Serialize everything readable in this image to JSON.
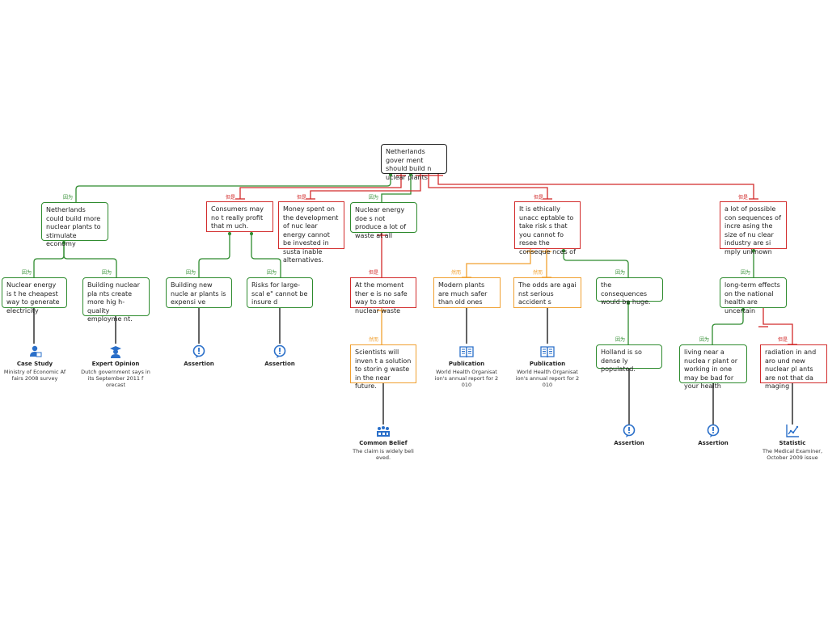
{
  "labels": {
    "because": "因为",
    "but": "但是",
    "however": "然而"
  },
  "nodes": {
    "root": "Netherlands gover ment should build n uclear plants",
    "a1": "Netherlands could build more nuclear plants to stimulate economy",
    "a1c1": "Nuclear energy is t he cheapest way to generate electricity",
    "a1c2": "Building nuclear pla nts create more hig h-quality employme nt.",
    "o1": "Consumers may no t really profit that m uch.",
    "o1c1": "Building new nucle ar plants is expensi ve",
    "o1c2": "Risks for large-scal e\" cannot be insure d",
    "o2": "Money spent on the development of nuc lear energy cannot be invested in susta inable alternatives.",
    "a2": "Nuclear energy doe s not produce a lot of waste at all",
    "a2c1": "At the moment ther e is no safe way to store nuclear waste",
    "a2c1c1": "Scientists will inven t a solution to storin g waste in the near future.",
    "o3": "It is ethically unacc eptable to take risk s that you cannot fo resee the conseque nces of",
    "o3c1": "Modern plants are much safer than old ones",
    "o3c2": "The odds are agai nst serious accident s",
    "o3c3": "the consequences would be huge.",
    "o3c3c1": "Holland is so dense ly populated.",
    "o4": "a lot of possible con sequences of incre asing the size of nu clear industry are si mply unknown",
    "o4c1": "long-term effects on the national health are uncertain",
    "o4c1c1": "living near a nuclea r plant or working in one may be bad for your health",
    "o4c1c2": "radiation in and aro und new nuclear pl ants are not that da maging"
  },
  "evidence": {
    "e1": {
      "type": "Case Study",
      "icon": "case-study-icon",
      "desc": "Ministry of Economic Af fairs 2008 survey"
    },
    "e2": {
      "type": "Expert Opinion",
      "icon": "expert-opinion-icon",
      "desc": "Dutch government says in its September 2011 f orecast"
    },
    "e3": {
      "type": "Assertion",
      "icon": "assertion-icon",
      "desc": ""
    },
    "e4": {
      "type": "Assertion",
      "icon": "assertion-icon",
      "desc": ""
    },
    "e5": {
      "type": "Common Belief",
      "icon": "common-belief-icon",
      "desc": "The claim is widely beli eved."
    },
    "e6": {
      "type": "Publication",
      "icon": "publication-icon",
      "desc": "World Health Organisat ion's annual report for 2 010"
    },
    "e7": {
      "type": "Publication",
      "icon": "publication-icon",
      "desc": "World Health Organisat ion's annual report for 2 010"
    },
    "e8": {
      "type": "Assertion",
      "icon": "assertion-icon",
      "desc": ""
    },
    "e9": {
      "type": "Assertion",
      "icon": "assertion-icon",
      "desc": ""
    },
    "e10": {
      "type": "Statistic",
      "icon": "statistic-icon",
      "desc": "The Medical Examiner, October 2009 issue"
    }
  },
  "colors": {
    "support": "#2e8b2e",
    "oppose": "#d22b2b",
    "rebuttal": "#f0a030",
    "icon": "#2a6fc9"
  }
}
